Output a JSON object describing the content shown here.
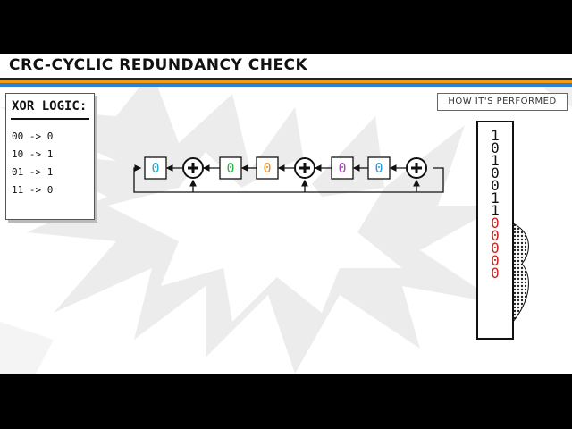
{
  "title": "CRC-CYCLIC REDUNDANCY CHECK",
  "xor_panel": {
    "title": "XOR LOGIC:",
    "rules": [
      "00 -> 0",
      "10 -> 1",
      "01 -> 1",
      "11 -> 0"
    ]
  },
  "how_tab": "HOW IT'S PERFORMED",
  "registers": [
    {
      "value": "0",
      "color": "#2aa7d6"
    },
    {
      "value": "0",
      "color": "#2fb34a"
    },
    {
      "value": "0",
      "color": "#f0861e"
    },
    {
      "value": "0",
      "color": "#b044c9"
    },
    {
      "value": "0",
      "color": "#2a9ae0"
    }
  ],
  "xor_symbol": "+",
  "bits": [
    {
      "value": "1",
      "color": "#111111"
    },
    {
      "value": "0",
      "color": "#111111"
    },
    {
      "value": "1",
      "color": "#111111"
    },
    {
      "value": "0",
      "color": "#111111"
    },
    {
      "value": "0",
      "color": "#111111"
    },
    {
      "value": "1",
      "color": "#111111"
    },
    {
      "value": "1",
      "color": "#111111"
    },
    {
      "value": "0",
      "color": "#cc2222"
    },
    {
      "value": "0",
      "color": "#cc2222"
    },
    {
      "value": "0",
      "color": "#cc2222"
    },
    {
      "value": "0",
      "color": "#cc2222"
    },
    {
      "value": "0",
      "color": "#cc2222"
    }
  ],
  "colors": {
    "accent_orange": "#f39c12",
    "accent_blue": "#2f7fd6",
    "appended_zero": "#cc2222"
  }
}
